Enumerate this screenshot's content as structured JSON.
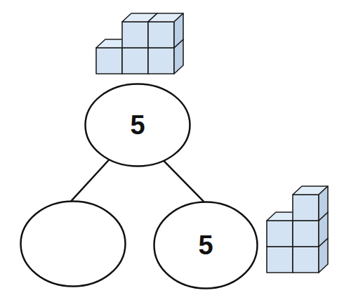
{
  "diagram": {
    "nodes": [
      {
        "text": [
          "5"
        ]
      },
      {
        "text": []
      },
      {
        "text": [
          "5"
        ]
      }
    ],
    "edges": [
      {
        "from": 0,
        "to": 1,
        "arrow": "none"
      },
      {
        "from": 0,
        "to": 2,
        "arrow": "none"
      }
    ]
  }
}
